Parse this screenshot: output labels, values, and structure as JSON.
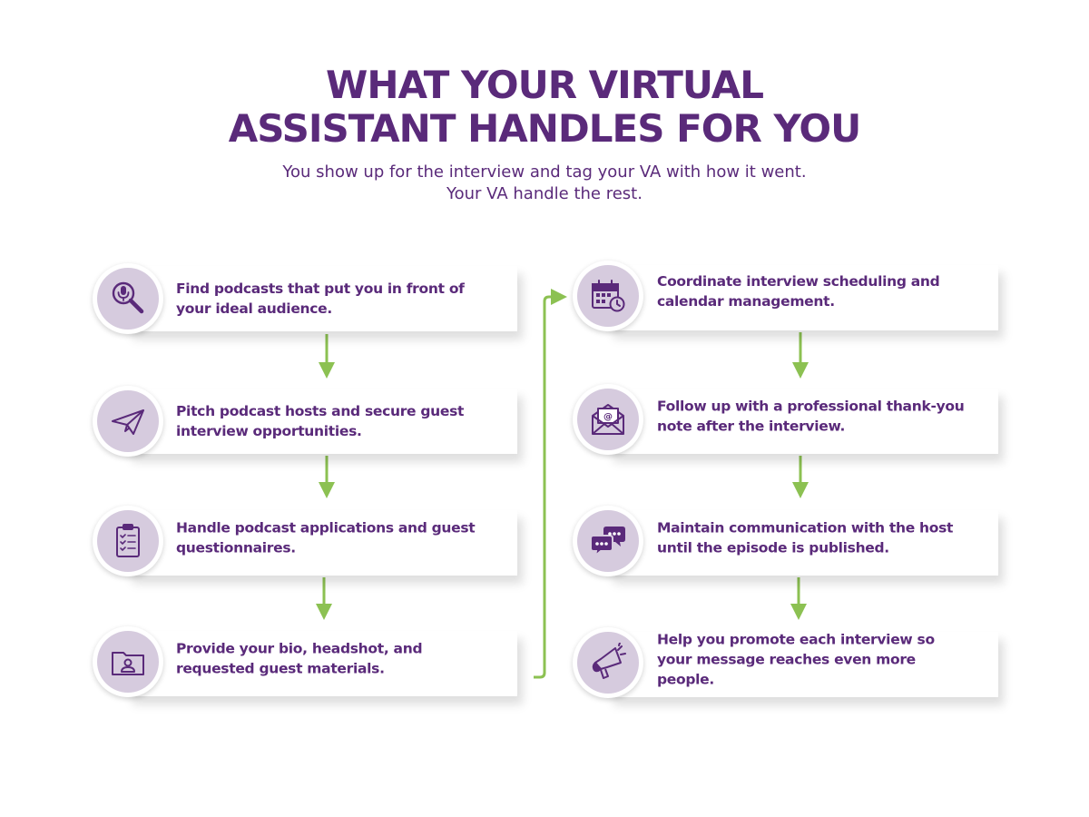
{
  "header": {
    "title_line1": "WHAT YOUR VIRTUAL",
    "title_line2": "ASSISTANT HANDLES FOR YOU",
    "subtitle_line1": "You show up for the interview and tag your VA with how it went.",
    "subtitle_line2": "Your VA handle the rest."
  },
  "steps_left": [
    {
      "text": "Find podcasts that put you in front of your ideal audience.",
      "icon": "microphone-search-icon"
    },
    {
      "text": "Pitch podcast hosts and secure guest interview opportunities.",
      "icon": "paper-plane-icon"
    },
    {
      "text": "Handle podcast applications and guest questionnaires.",
      "icon": "clipboard-checklist-icon"
    },
    {
      "text": "Provide your bio, headshot, and requested guest materials.",
      "icon": "profile-folder-icon"
    }
  ],
  "steps_right": [
    {
      "text": "Coordinate interview scheduling and calendar management.",
      "icon": "calendar-clock-icon"
    },
    {
      "text": "Follow up with a professional thank-you note after the interview.",
      "icon": "email-envelope-icon"
    },
    {
      "text": "Maintain communication with the host until the episode is published.",
      "icon": "chat-bubbles-icon"
    },
    {
      "text": "Help you promote each interview so your message reaches even more people.",
      "icon": "megaphone-icon"
    }
  ],
  "colors": {
    "primary_purple": "#5a2a7a",
    "icon_bg": "#d6cbde",
    "connector_green": "#8cc152"
  }
}
